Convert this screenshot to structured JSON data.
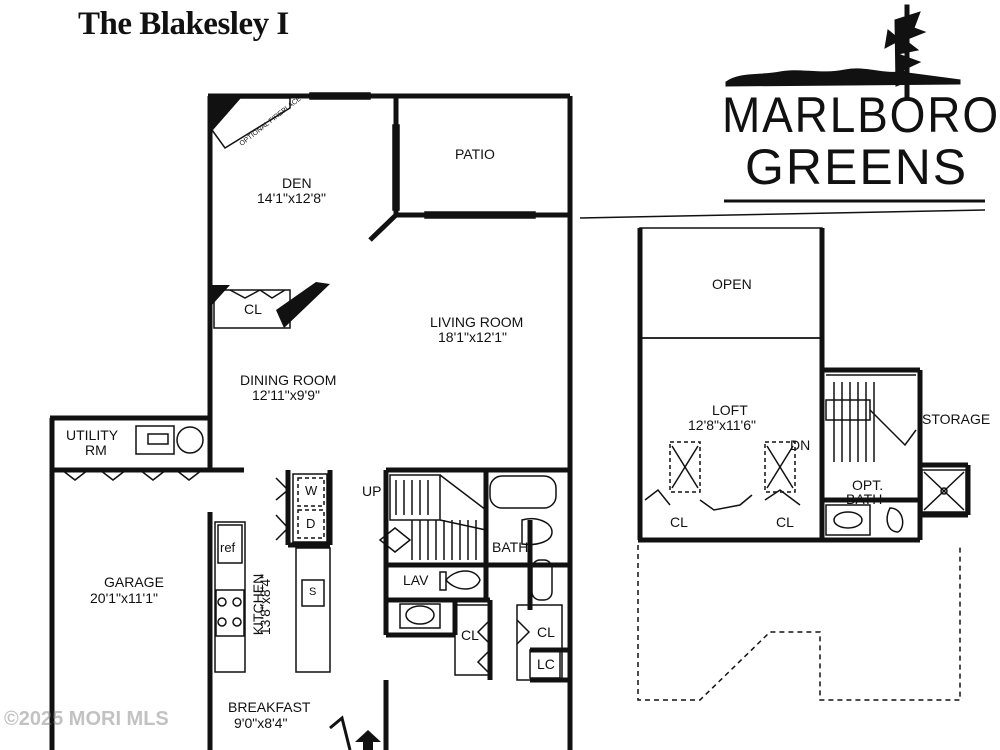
{
  "title": "The Blakesley I",
  "logo": {
    "line1": "MARLBORO",
    "line2": "GREENS"
  },
  "rooms": {
    "den_name": "DEN",
    "den_dim": "14'1\"x12'8\"",
    "optional_fireplace": "OPTIONAL FIREPLACE",
    "patio": "PATIO",
    "living_name": "LIVING ROOM",
    "living_dim": "18'1\"x12'1\"",
    "den_closet": "CL",
    "dining_name": "DINING ROOM",
    "dining_dim": "12'11\"x9'9\"",
    "utility_l1": "UTILITY",
    "utility_l2": "RM",
    "washer": "W",
    "dryer": "D",
    "up": "UP",
    "bath": "BATH",
    "ref": "ref",
    "garage_name": "GARAGE",
    "garage_dim": "20'1\"x11'1\"",
    "kitchen_name": "KITCHEN",
    "kitchen_dim": "13'8\"x8'4\"",
    "sink": "S",
    "lav": "LAV",
    "cl_hall": "CL",
    "cl_bath": "CL",
    "lc": "LC",
    "breakfast_name": "BREAKFAST",
    "breakfast_dim": "9'0\"x8'4\"",
    "open": "OPEN",
    "loft_name": "LOFT",
    "loft_dim": "12'8\"x11'6\"",
    "dn": "DN",
    "storage": "STORAGE",
    "opt_bath_l1": "OPT.",
    "opt_bath_l2": "BATH",
    "loft_cl1": "CL",
    "loft_cl2": "CL"
  },
  "watermark": "©2025 MORI MLS"
}
